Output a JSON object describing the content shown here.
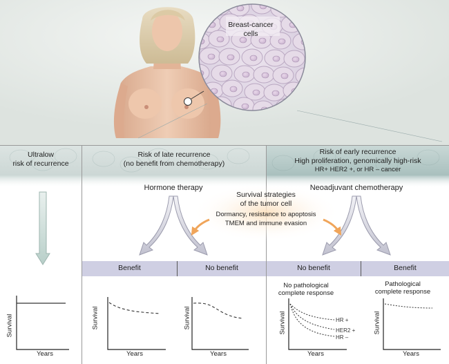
{
  "illustration": {
    "cells_label_line1": "Breast-cancer",
    "cells_label_line2": "cells"
  },
  "panels": {
    "ultralow": {
      "heading_line1": "Ultralow",
      "heading_line2": "risk of recurrence",
      "graph": {
        "ylabel": "Survival",
        "xlabel": "Years"
      }
    },
    "late": {
      "heading_line1": "Risk of late recurrence",
      "heading_line2": "(no benefit from chemotherapy)",
      "therapy": "Hormone therapy",
      "benefit_label": "Benefit",
      "no_benefit_label": "No benefit",
      "graph_benefit": {
        "ylabel": "Survival",
        "xlabel": "Years"
      },
      "graph_no_benefit": {
        "ylabel": "Survival",
        "xlabel": "Years"
      }
    },
    "early": {
      "heading_line1": "Risk of early recurrence",
      "heading_line2": "High proliferation, genomically high-risk",
      "heading_line3": "HR+ HER2 +, or HR – cancer",
      "therapy": "Neoadjuvant chemotherapy",
      "no_benefit_label": "No benefit",
      "benefit_label": "Benefit",
      "graph_no_benefit": {
        "title_line1": "No pathological",
        "title_line2": "complete response",
        "ylabel": "Survival",
        "xlabel": "Years",
        "curve_labels": [
          "HR +",
          "HER2 +",
          "HR –"
        ]
      },
      "graph_benefit": {
        "title_line1": "Pathological",
        "title_line2": "complete response",
        "ylabel": "Survival",
        "xlabel": "Years"
      }
    }
  },
  "strategies": {
    "title_line1": "Survival strategies",
    "title_line2": "of the tumor cell",
    "line3": "Dormancy, resistance to apoptosis",
    "line4": "TMEM and immune evasion"
  },
  "colors": {
    "band": "#cfcfe3",
    "header_left": "#d9e1e0",
    "header_right": "#b9cdcc",
    "skin": "#e9c2a7",
    "orange_arrow": "#f0a55a",
    "arrow_gray": "#b7b7c6"
  }
}
